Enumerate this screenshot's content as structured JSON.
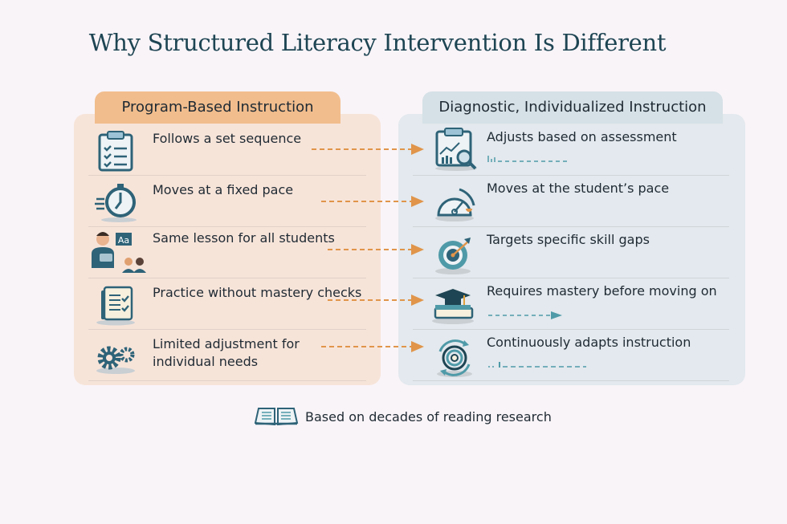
{
  "title": "Why Structured Literacy Intervention Is Different",
  "colors": {
    "title": "#1e4553",
    "left_tab": "#f1bd8d",
    "left_panel": "#f7e4d9",
    "right_tab": "#d5e1e6",
    "right_panel": "#e3e9ee",
    "arrow": "#e0954a",
    "icon_primary": "#2e6378",
    "icon_accent": "#4f9aa8"
  },
  "left": {
    "header": "Program-Based Instruction",
    "items": [
      {
        "label": "Follows a set sequence",
        "icon": "clipboard-checklist-icon"
      },
      {
        "label": "Moves at a fixed pace",
        "icon": "stopwatch-icon"
      },
      {
        "label": "Same lesson for all students",
        "icon": "teacher-students-icon"
      },
      {
        "label": "Practice without mastery checks",
        "icon": "worksheet-check-icon"
      },
      {
        "label_line1": "Limited adjustment for",
        "label_line2": "individual needs",
        "icon": "gears-icon"
      }
    ]
  },
  "right": {
    "header": "Diagnostic, Individualized Instruction",
    "items": [
      {
        "label": "Adjusts based on assessment",
        "icon": "assessment-chart-magnifier-icon"
      },
      {
        "label": "Moves at the student’s pace",
        "icon": "speedometer-icon"
      },
      {
        "label": "Targets specific skill gaps",
        "icon": "target-arrow-icon"
      },
      {
        "label": "Requires mastery before moving on",
        "icon": "graduation-cap-book-icon"
      },
      {
        "label": "Continuously adapts instruction",
        "icon": "cycle-target-icon"
      }
    ]
  },
  "footer": {
    "label": "Based on decades of reading research",
    "icon": "open-book-icon"
  }
}
